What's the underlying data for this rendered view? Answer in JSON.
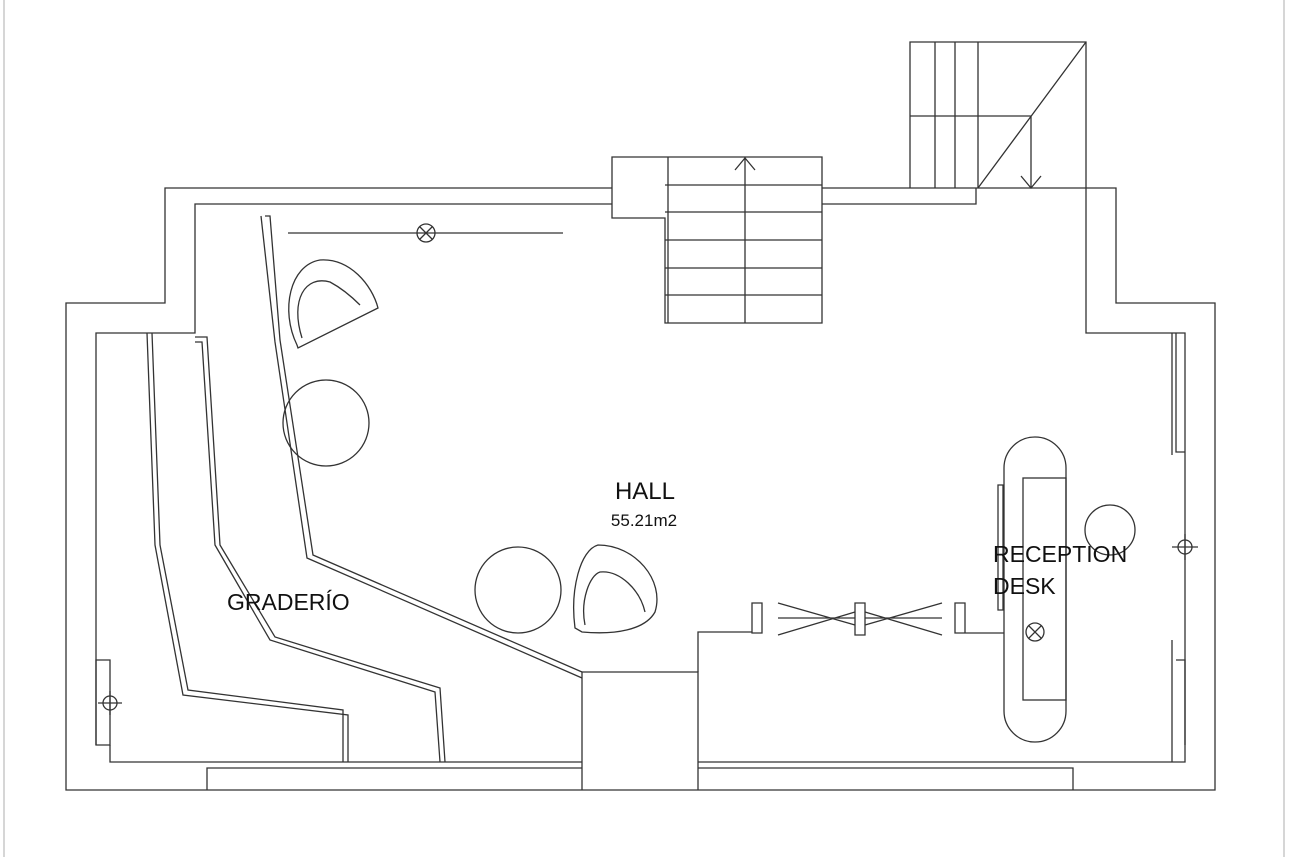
{
  "plan": {
    "room_name": "HALL",
    "room_area": "55.21m2",
    "seating_label": "GRADERÍO",
    "reception_label_line1": "RECEPTION",
    "reception_label_line2": "DESK"
  },
  "colors": {
    "line": "#333333",
    "background": "#ffffff"
  }
}
